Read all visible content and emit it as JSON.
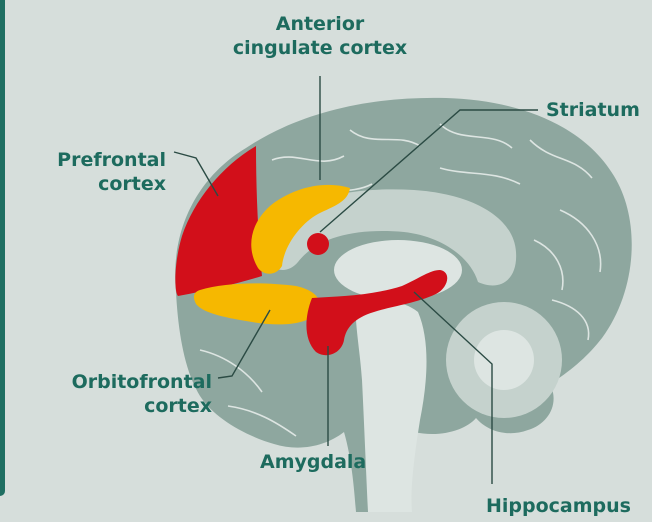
{
  "colors": {
    "background": "#d6dedb",
    "brain_tissue": "#8ea79f",
    "brain_inner": "#c5d2cd",
    "brain_light": "#dde5e2",
    "highlight_red": "#d20f1a",
    "highlight_yellow": "#f6b800",
    "label_text": "#1d6b5e",
    "leader_line": "#2b4b44"
  },
  "labels": {
    "acc_line1": "Anterior",
    "acc_line2": "cingulate cortex",
    "striatum": "Striatum",
    "pfc_line1": "Prefrontal",
    "pfc_line2": "cortex",
    "ofc_line1": "Orbitofrontal",
    "ofc_line2": "cortex",
    "amygdala": "Amygdala",
    "hippocampus": "Hippocampus"
  }
}
